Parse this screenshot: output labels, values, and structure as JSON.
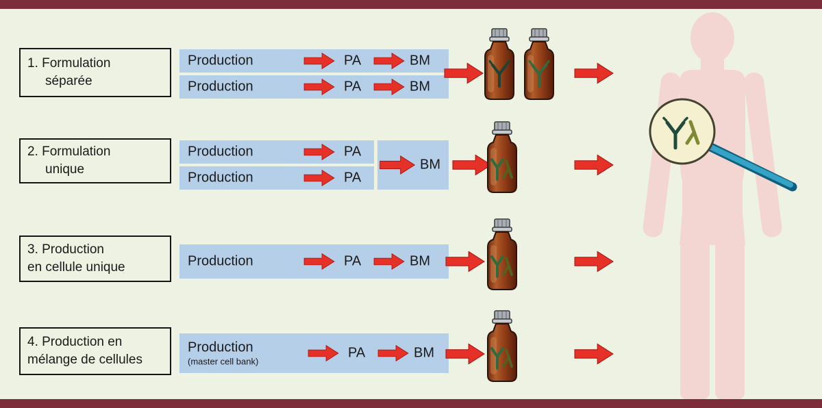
{
  "colors": {
    "accent_red": "#e63128",
    "band_blue": "#b5cfe9",
    "border_maroon": "#7c2d39",
    "background_green": "#eef2e2",
    "body_pink": "#f3d6d2",
    "vial_amber": "#8f3c16",
    "magnifier_fill": "#f5f0d0",
    "handle_blue": "#35a3c6"
  },
  "rows": [
    {
      "label_line1": "1. Formulation",
      "label_line2": "séparée",
      "streams": [
        {
          "production": "Production",
          "pa": "PA",
          "bm": "BM"
        },
        {
          "production": "Production",
          "pa": "PA",
          "bm": "BM"
        }
      ]
    },
    {
      "label_line1": "2. Formulation",
      "label_line2": "unique",
      "streams": [
        {
          "production": "Production",
          "pa": "PA"
        },
        {
          "production": "Production",
          "pa": "PA"
        }
      ],
      "merged_bm": "BM"
    },
    {
      "label_line1": "3. Production",
      "label_line2": "en cellule unique",
      "streams": [
        {
          "production": "Production",
          "pa": "PA",
          "bm": "BM"
        }
      ]
    },
    {
      "label_line1": "4. Production en",
      "label_line2": "mélange de cellules",
      "streams": [
        {
          "production": "Production",
          "production_sub": "(master cell bank)",
          "pa": "PA",
          "bm": "BM"
        }
      ]
    }
  ]
}
